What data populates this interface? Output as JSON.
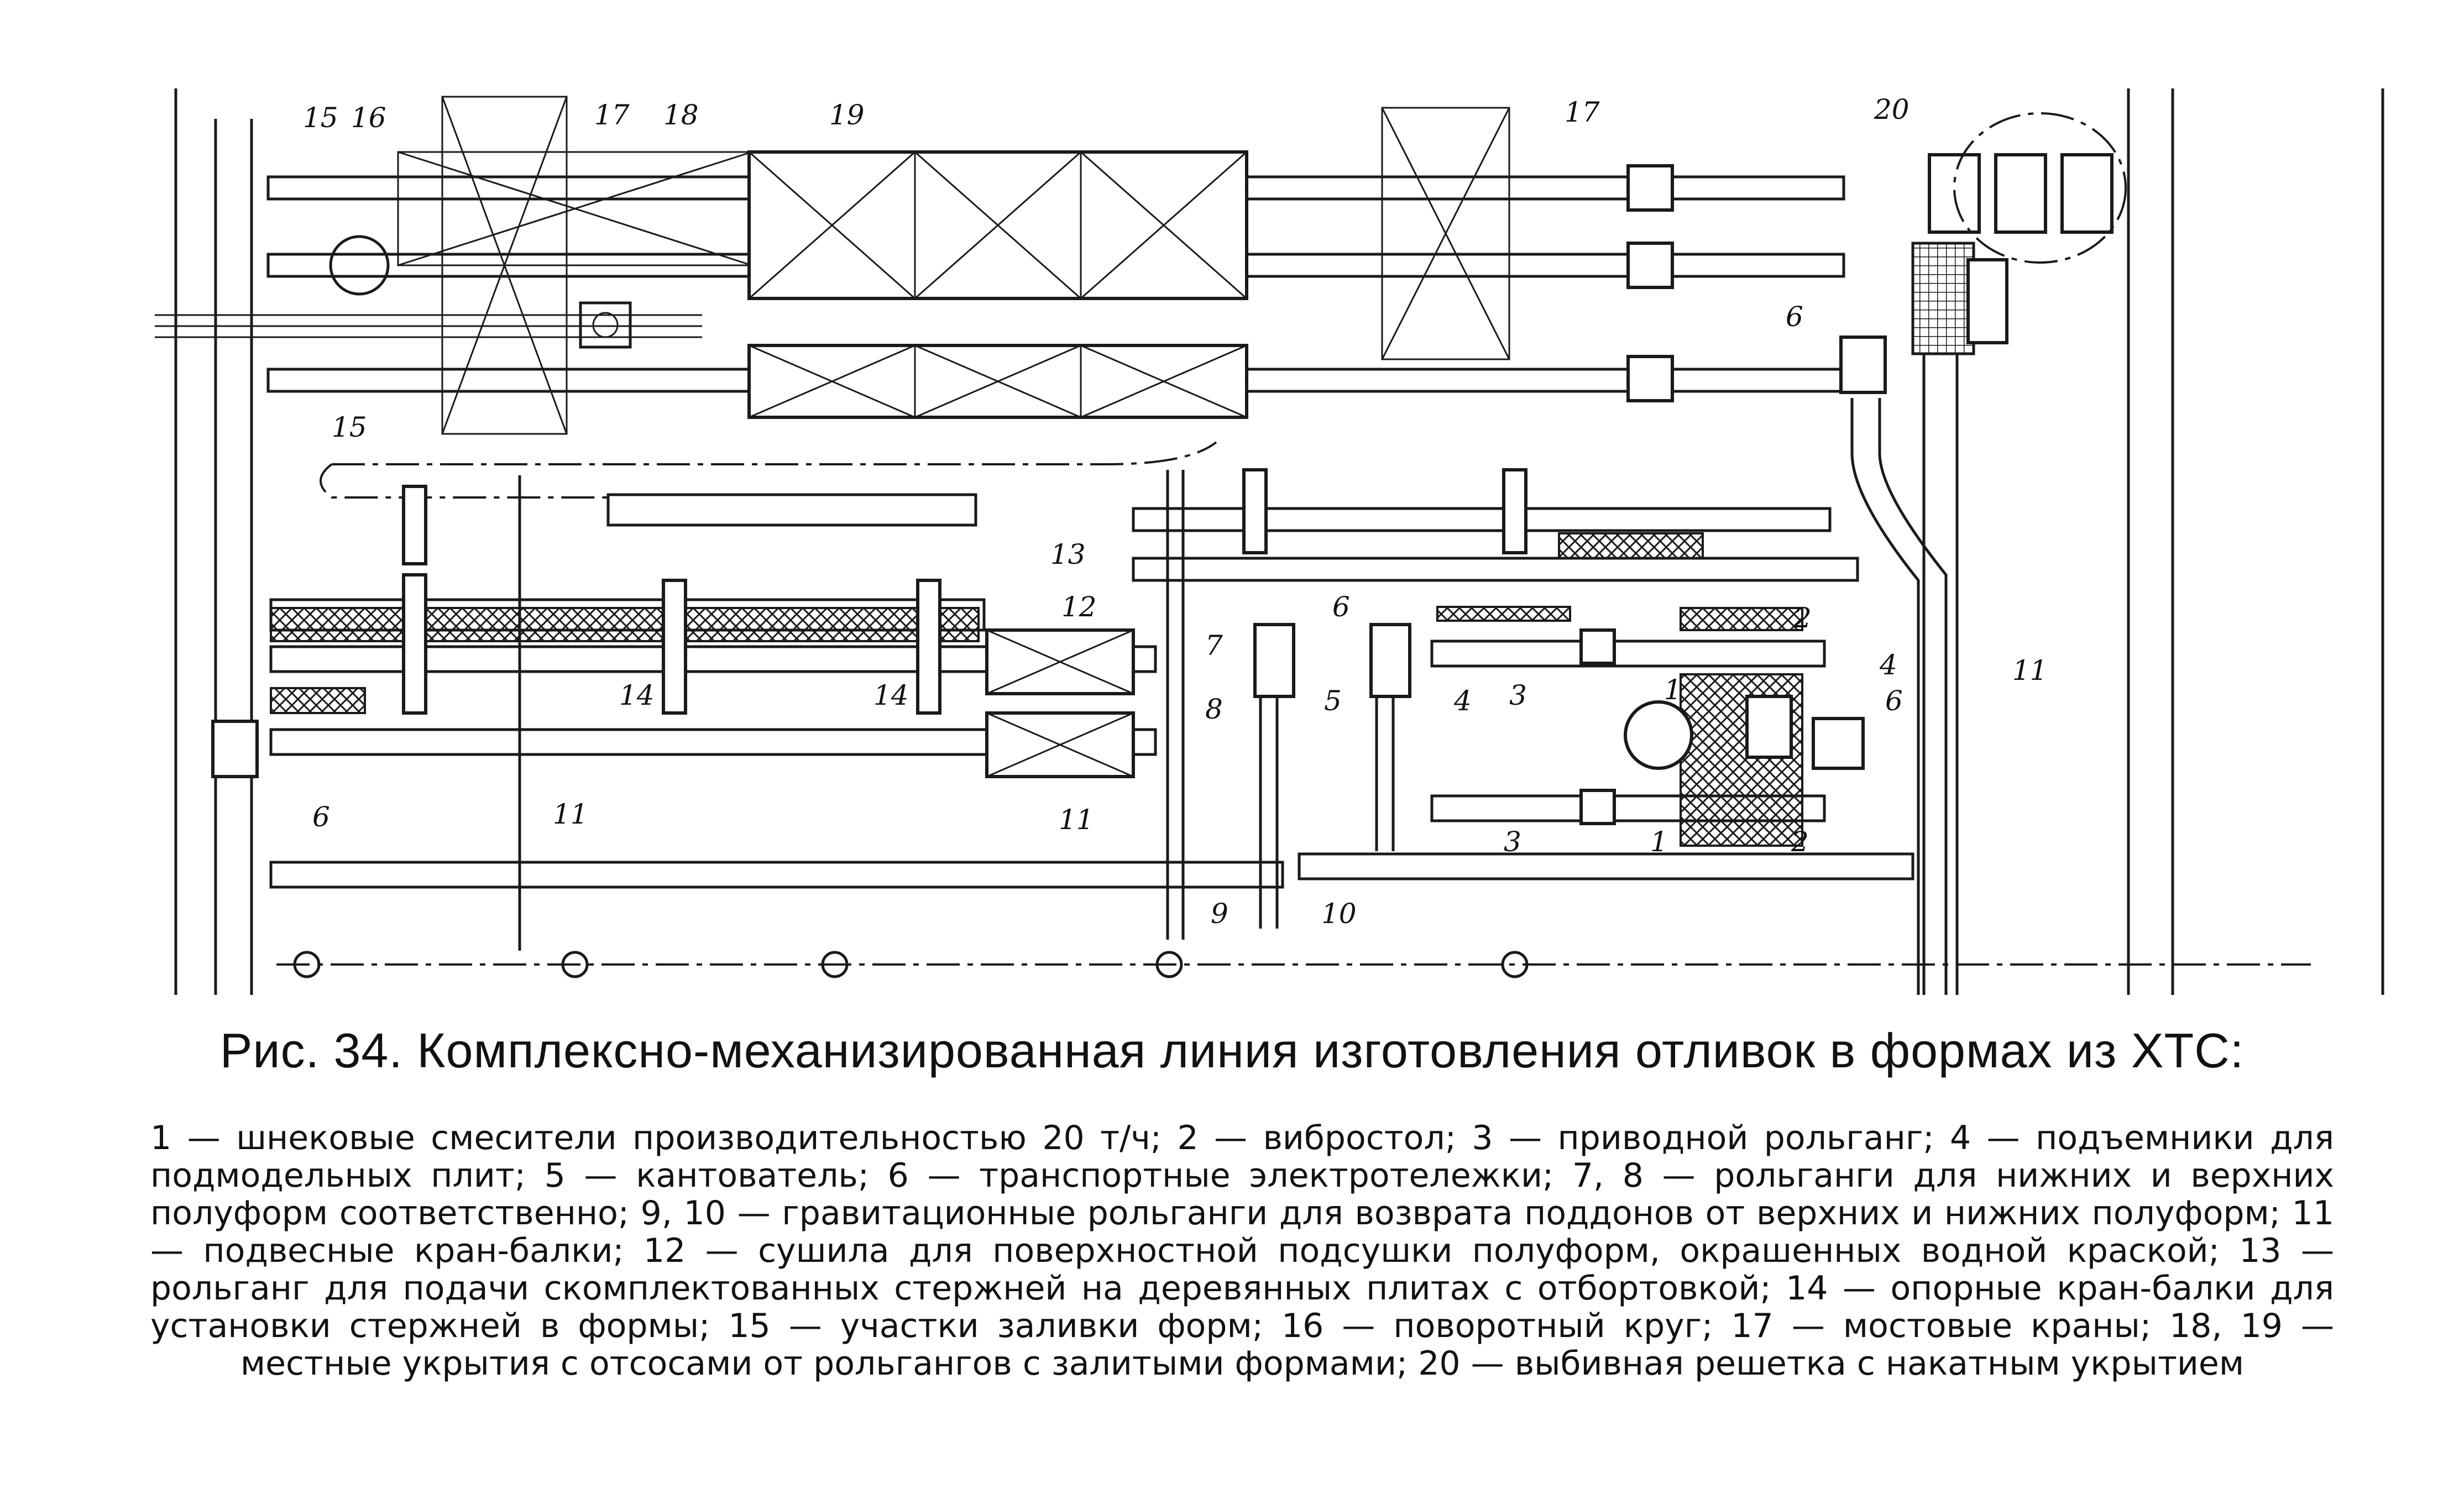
{
  "diagram": {
    "labels": {
      "n1": "1",
      "n2": "2",
      "n3": "3",
      "n4": "4",
      "n5": "5",
      "n6": "6",
      "n7": "7",
      "n8": "8",
      "n9": "9",
      "n10": "10",
      "n11": "11",
      "n12": "12",
      "n13": "13",
      "n14": "14",
      "n15": "15",
      "n16": "16",
      "n17": "17",
      "n18": "18",
      "n19": "19",
      "n20": "20"
    }
  },
  "caption": {
    "title": "Рис. 34. Комплексно-механизированная линия изготовления отливок в формах из ХТС:",
    "legend": "1 — шнековые смесители производительностью 20 т/ч; 2 — вибростол; 3 — приводной рольганг; 4 — подъемники для подмодельных плит; 5 — кантователь; 6 — транспортные электротележки; 7, 8 — рольганги для нижних и верхних полуформ соответственно; 9, 10 — гравитационные рольганги для возврата поддонов от верхних и нижних полуформ; 11 — подвесные кран-балки; 12 — сушила для поверхностной подсушки полуформ, окрашенных водной краской; 13 — рольганг для подачи скомплектованных стержней на деревянных плитах с отбортовкой; 14 — опорные кран-балки для установки стержней в формы; 15 — участки заливки форм; 16 — поворотный круг; 17 — мостовые краны; 18, 19 — местные укрытия с отсосами от рольгангов с залитыми формами; 20 — выбивная решетка с накатным укрытием"
  }
}
